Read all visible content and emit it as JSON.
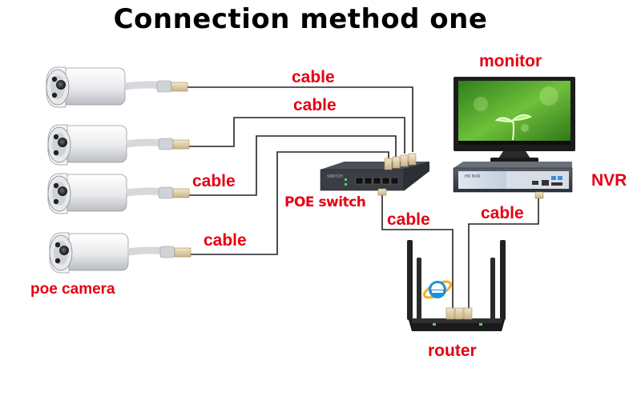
{
  "title": "Connection method one",
  "labels": {
    "cable_1": "cable",
    "cable_2": "cable",
    "cable_3": "cable",
    "cable_4": "cable",
    "cable_switch_router": "cable",
    "cable_nvr_router": "cable",
    "poe_switch": "POE switch",
    "poe_camera": "poe camera",
    "monitor": "monitor",
    "nvr": "NVR",
    "router": "router"
  },
  "colors": {
    "label_red": "#e60012",
    "cable_line": "#222222",
    "screen_green": "#4aa82a",
    "switch_body": "#3a3d44",
    "nvr_body": "#3b3f47",
    "router_body": "#1e1e1e"
  },
  "icons": [
    "camera-icon",
    "monitor-icon",
    "nvr-icon",
    "poe-switch-icon",
    "router-icon",
    "ie-browser-icon"
  ]
}
